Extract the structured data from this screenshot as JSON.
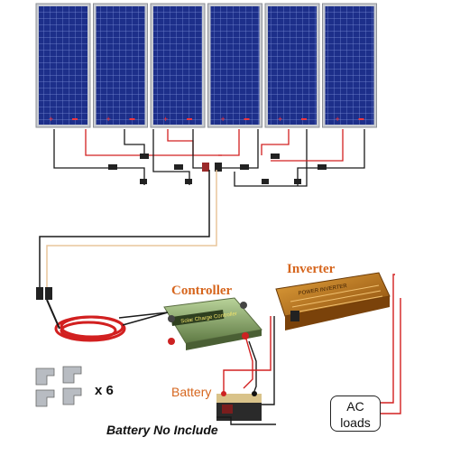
{
  "diagram": {
    "panel_count": 6,
    "labels": {
      "controller": "Controller",
      "inverter": "Inverter",
      "battery": "Battery",
      "ac_loads_line1": "AC",
      "ac_loads_line2": "loads",
      "bracket_quantity": "x 6",
      "battery_note": "Battery No Include"
    },
    "device_text": {
      "controller_face": "Solar Charge Controller",
      "inverter_face": "POWER INVERTER"
    },
    "colors": {
      "panel_cell": "#1d2f8a",
      "panel_frame": "#c9ccd2",
      "controller_body": "#8aa36c",
      "inverter_body": "#c07a1c",
      "label_orange": "#d6661e",
      "positive_wire": "#d22020",
      "negative_wire": "#1a1a1a"
    }
  }
}
